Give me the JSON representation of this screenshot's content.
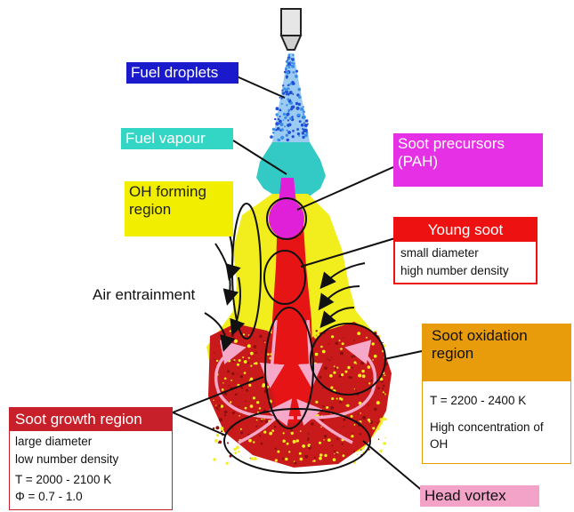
{
  "labels": {
    "fuel_droplets": "Fuel droplets",
    "fuel_vapour": "Fuel vapour",
    "oh_forming": [
      "OH forming",
      "region"
    ],
    "soot_precursors": [
      "Soot precursors",
      "(PAH)"
    ],
    "air_entrainment": "Air entrainment",
    "head_vortex": "Head vortex"
  },
  "young_soot": {
    "title": "Young soot",
    "lines": [
      "small diameter",
      "high number density"
    ]
  },
  "soot_oxidation": {
    "title": [
      "Soot oxidation",
      "region"
    ],
    "lines": [
      "T = 2200 - 2400 K",
      "High concentration of",
      "OH"
    ]
  },
  "soot_growth": {
    "title": "Soot growth region",
    "lines": [
      "large diameter",
      "low number density",
      "T = 2000 - 2100 K",
      "Φ = 0.7 - 1.0"
    ]
  },
  "colors": {
    "fuel_droplets": "#1a1acc",
    "fuel_vapour": "#33d6c4",
    "oh_forming": "#f2ee00",
    "soot_precursors": "#e630e6",
    "young_soot": "#ee1111",
    "soot_oxidation": "#e89c0c",
    "soot_growth": "#c8202a",
    "head_vortex": "#f3a3c8",
    "flame_yellow": "#f2ee1e",
    "flame_red": "#c81a1a"
  }
}
